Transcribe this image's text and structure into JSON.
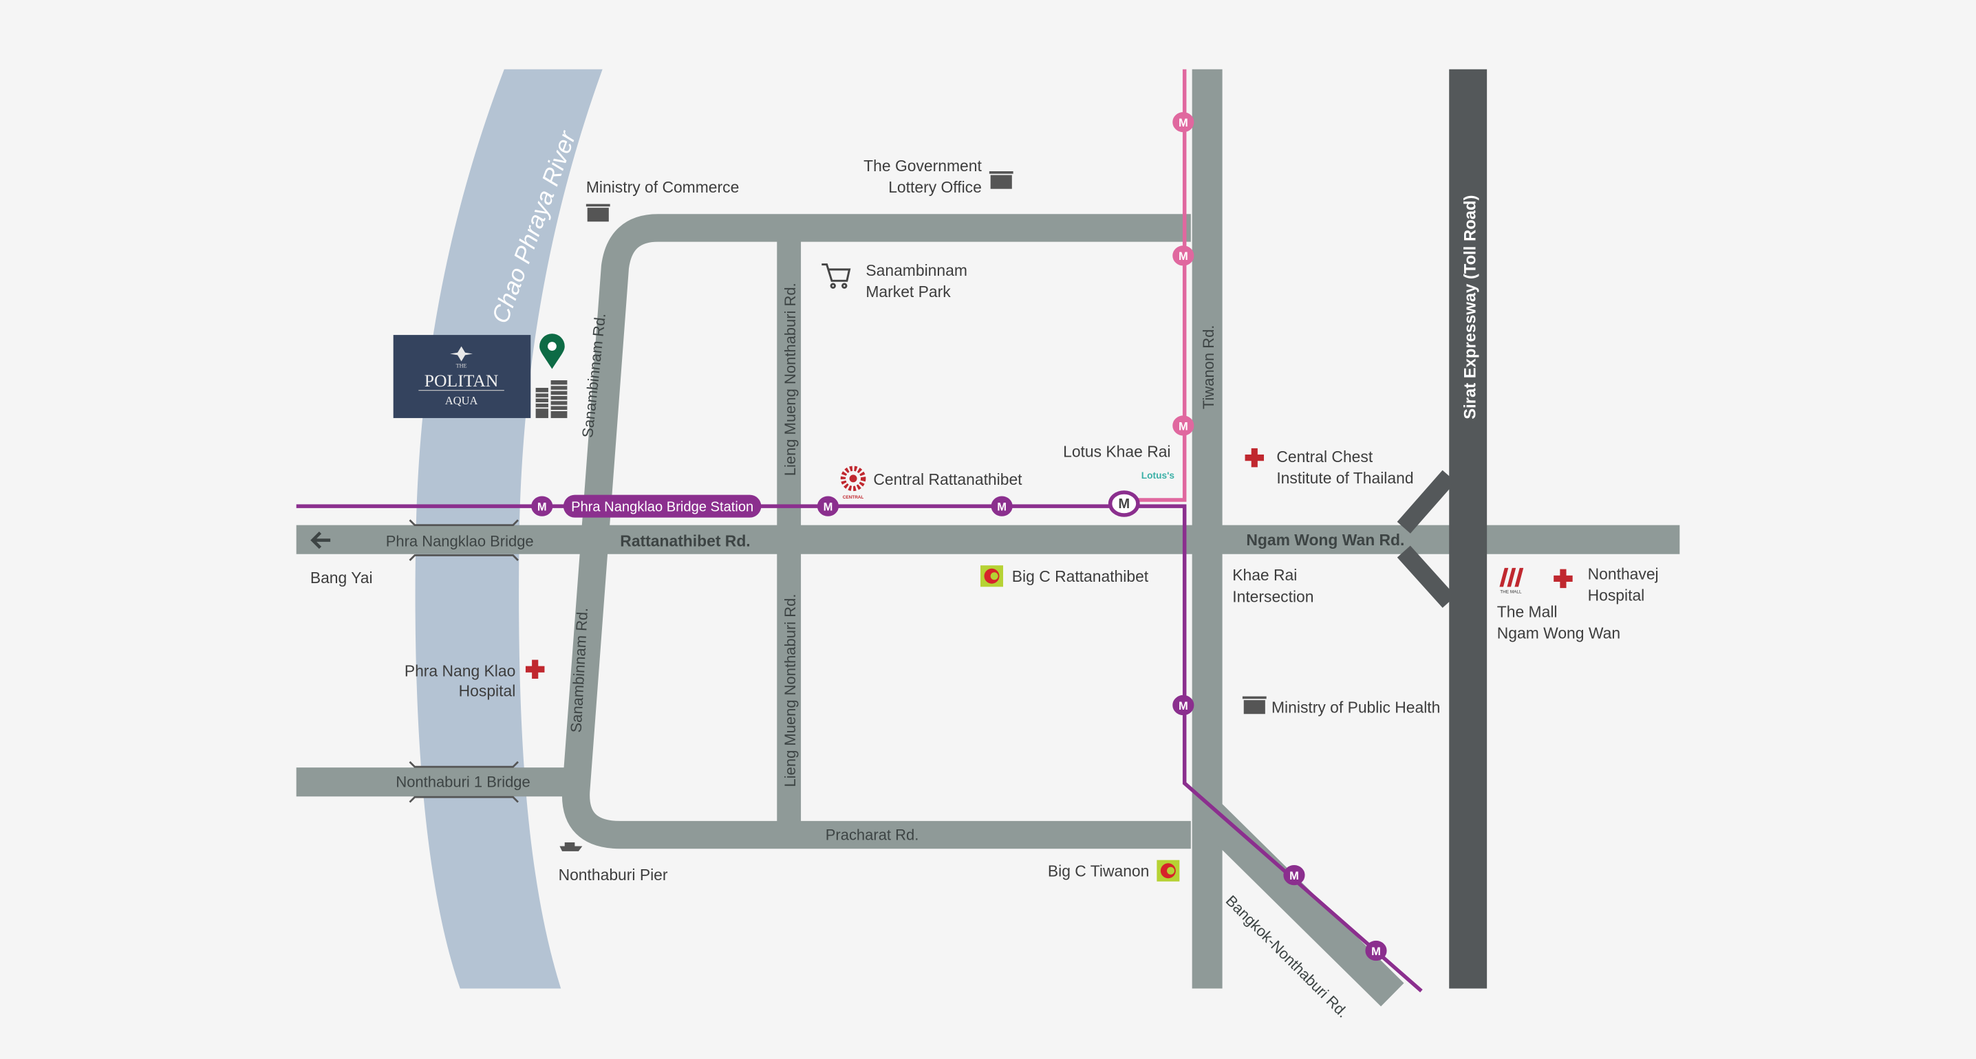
{
  "river": "Chao Phraya River",
  "roads": {
    "sanambinnam_top": "Sanambinnam Rd.",
    "sanambinnam_bottom": "Sanambinnam Rd.",
    "lieng_top": "Lieng Mueng Nonthaburi Rd.",
    "lieng_bottom": "Lieng Mueng Nonthaburi Rd.",
    "tiwanon": "Tiwanon Rd.",
    "rattanathibet": "Rattanathibet Rd.",
    "ngam_wong_wan": "Ngam Wong Wan Rd.",
    "pracharat": "Pracharat Rd.",
    "bangkok_nonthaburi": "Bangkok-Nonthaburi Rd.",
    "sirat": "Sirat Expressway (Toll Road)",
    "phra_nangklao_bridge": "Phra Nangklao Bridge",
    "nonthaburi_bridge": "Nonthaburi 1 Bridge",
    "khae_rai_1": "Khae Rai",
    "khae_rai_2": "Intersection"
  },
  "station_label": "Phra Nangklao Bridge Station",
  "station_mark": "M",
  "project": {
    "the": "THE",
    "name": "POLITAN",
    "sub": "AQUA"
  },
  "places": {
    "ministry_commerce": "Ministry of Commerce",
    "lottery_1": "The Government",
    "lottery_2": "Lottery Office",
    "sanambinnam_1": "Sanambinnam",
    "sanambinnam_2": "Market Park",
    "central": "Central Rattanathibet",
    "central_logo": "CENTRAL",
    "lotus": "Lotus Khae Rai",
    "lotus_logo": "Lotus's",
    "chest_1": "Central Chest",
    "chest_2": "Institute of Thailand",
    "bang_yai": "Bang Yai",
    "bigc_ratta": "Big C Rattanathibet",
    "bigc_tiwanon": "Big C Tiwanon",
    "phranangklao_1": "Phra Nang Klao",
    "phranangklao_2": "Hospital",
    "pier": "Nonthaburi Pier",
    "public_health": "Ministry of Public Health",
    "mall_logo": "THE MALL",
    "mall_1": "The Mall",
    "mall_2": "Ngam Wong Wan",
    "nonthavej_1": "Nonthavej",
    "nonthavej_2": "Hospital"
  },
  "colors": {
    "road": "#8f9a98",
    "expressway": "#54585a",
    "river": "#b4c3d3",
    "purple": "#8b2f8e",
    "pink": "#e0689f",
    "hospital": "#c0282f",
    "pin": "#0d6b45"
  }
}
